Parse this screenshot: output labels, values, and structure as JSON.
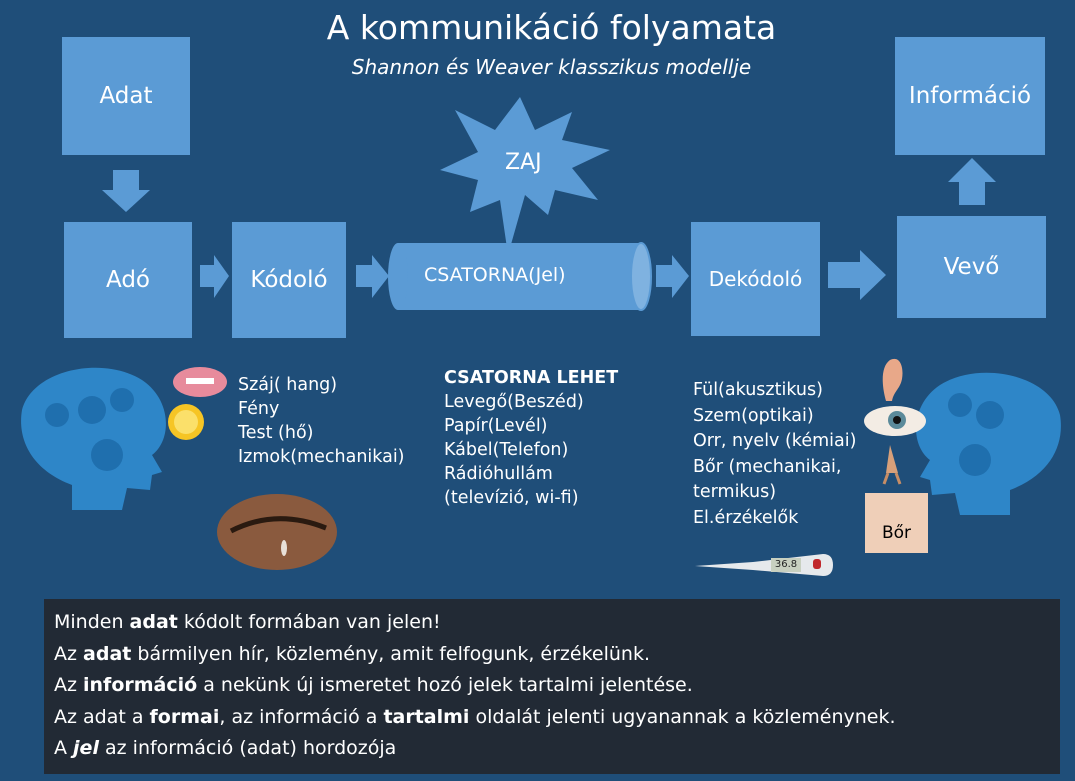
{
  "title": "A kommunikáció folyamata",
  "subtitle": "Shannon és Weaver klasszikus modellje",
  "boxes": {
    "adat": "Adat",
    "ado": "Adó",
    "kodolo": "Kódoló",
    "csatorna": "CSATORNA(Jel)",
    "zaj": "ZAJ",
    "dekodolo": "Dekódoló",
    "vevo": "Vevő",
    "informacio": "Információ"
  },
  "sender_list": [
    "Száj( hang)",
    "Fény",
    "Test (hő)",
    "Izmok(mechanikai)"
  ],
  "channel_list": {
    "heading": "CSATORNA LEHET",
    "items": [
      "Levegő(Beszéd)",
      "Papír(Levél)",
      "Kábel(Telefon)",
      "Rádióhullám",
      "(televízió, wi-fi)"
    ]
  },
  "receiver_list": [
    "Fül(akusztikus)",
    "Szem(optikai)",
    "Orr, nyelv (kémiai)",
    "Bőr (mechanikai,",
    "termikus)",
    "El.érzékelők"
  ],
  "skin_label": "Bőr",
  "thermometer_reading": "36.8",
  "bottom_lines": [
    [
      "Minden ",
      "adat",
      " kódolt formában van jelen!"
    ],
    [
      "Az ",
      "adat",
      " bármilyen hír, közlemény, amit felfogunk, érzékelünk."
    ],
    [
      "Az ",
      "információ",
      " a nekünk új ismeretet hozó jelek tartalmi jelentése."
    ],
    [
      "Az adat a ",
      "formai",
      ", az információ a ",
      "tartalmi",
      " oldalát jelenti ugyanannak a közleménynek."
    ],
    [
      "A ",
      "jel",
      " az információ (adat) hordozója"
    ]
  ],
  "colors": {
    "background": "#1f4e79",
    "shape": "#5b9bd5",
    "note_box": "#222a35"
  }
}
